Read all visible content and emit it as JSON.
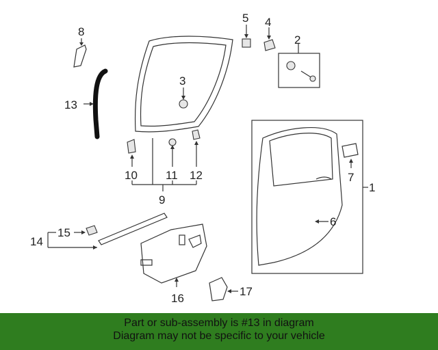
{
  "callouts": {
    "c1": "1",
    "c2": "2",
    "c3": "3",
    "c4": "4",
    "c5": "5",
    "c6": "6",
    "c7": "7",
    "c8": "8",
    "c9": "9",
    "c10": "10",
    "c11": "11",
    "c12": "12",
    "c13": "13",
    "c14": "14",
    "c15": "15",
    "c16": "16",
    "c17": "17"
  },
  "highlight_part": "13",
  "colors": {
    "banner_bg": "#2f7d1f",
    "lines": "#333333"
  },
  "banner": {
    "line1": "Part or sub-assembly is #13 in diagram",
    "line2": "Diagram may not be specific to your vehicle"
  }
}
